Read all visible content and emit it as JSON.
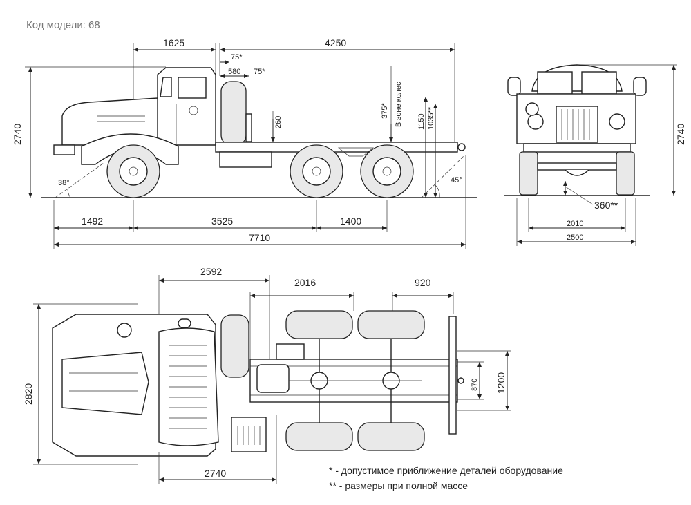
{
  "header": {
    "model_label": "Код модели: 68"
  },
  "side_view": {
    "dims": {
      "cab_front": "1625",
      "rear_section": "4250",
      "offset_75_a": "75*",
      "offset_580": "580",
      "offset_75_b": "75*",
      "height_total": "2740",
      "frame_260": "260",
      "wheel_zone_375": "375*",
      "wheel_zone_text": "В зоне колес",
      "height_1150": "1150",
      "height_1035": "1035**",
      "front_overhang": "1492",
      "wheelbase_1": "3525",
      "wheelbase_2": "1400",
      "overall_length": "7710"
    },
    "angles": {
      "approach": "38°",
      "departure": "45°"
    }
  },
  "front_view": {
    "dims": {
      "height": "2740",
      "ground_clearance": "360**",
      "track": "2010",
      "width": "2500"
    }
  },
  "top_view": {
    "dims": {
      "front_to_frame": "2592",
      "bogie_span": "2016",
      "rear_overhang": "920",
      "width_2820": "2820",
      "frame_870": "870",
      "frame_1200": "1200",
      "cab_2740": "2740"
    }
  },
  "footnotes": {
    "note1_mark": "*",
    "note1": " - допустимое приближение деталей оборудование",
    "note2_mark": "**",
    "note2": " - размеры при полной массе"
  }
}
